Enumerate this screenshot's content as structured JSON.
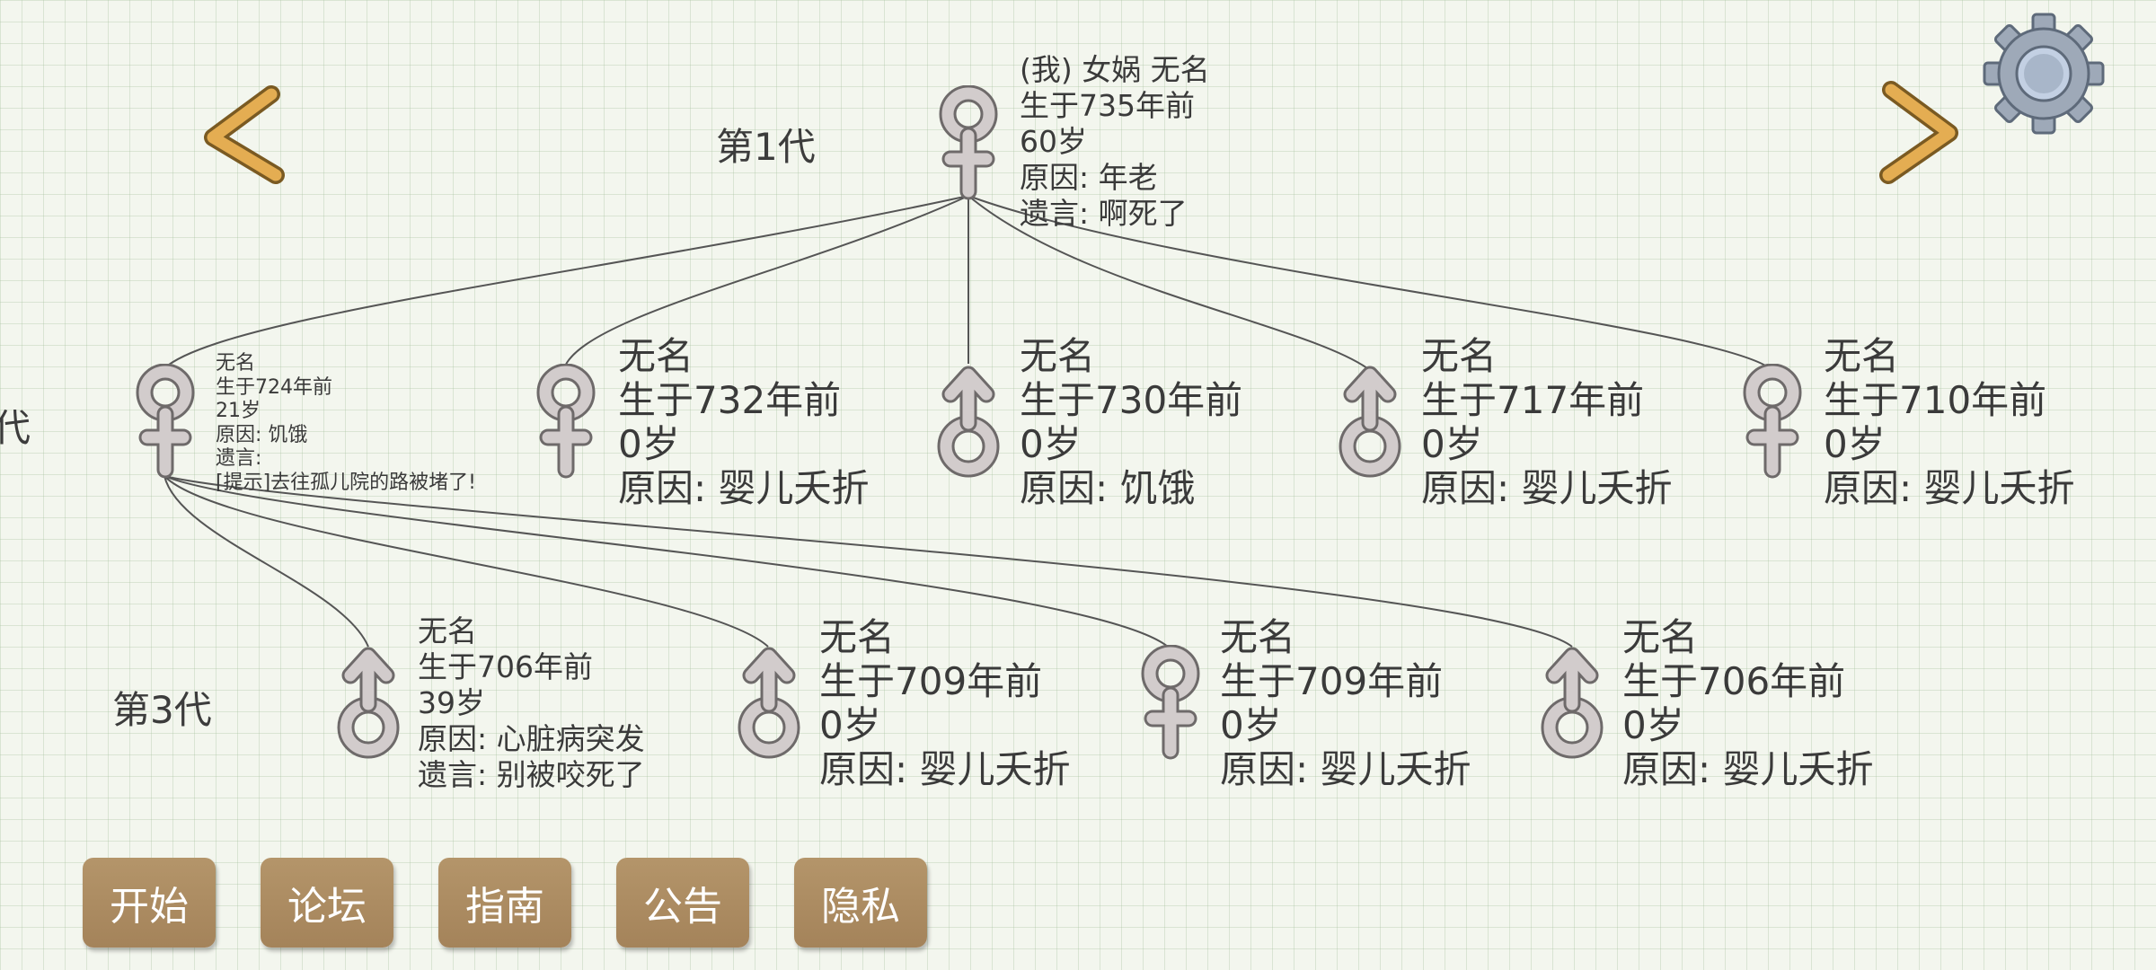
{
  "generation_labels": {
    "gen1": "第1代",
    "gen2_partial": "代",
    "gen3": "第3代"
  },
  "root": {
    "lines": [
      "(我) 女娲 无名",
      "生于735年前",
      "60岁",
      "原因:  年老",
      "遗言:  啊死了"
    ],
    "gender": "female"
  },
  "gen2": [
    {
      "gender": "female",
      "lines": [
        "无名",
        "生于724年前",
        "21岁",
        "原因:  饥饿",
        "遗言:",
        "[提示]去往孤儿院的路被堵了!"
      ]
    },
    {
      "gender": "female",
      "lines": [
        "无名",
        "生于732年前",
        "0岁",
        "原因:  婴儿夭折"
      ]
    },
    {
      "gender": "male",
      "lines": [
        "无名",
        "生于730年前",
        "0岁",
        "原因:  饥饿"
      ]
    },
    {
      "gender": "male",
      "lines": [
        "无名",
        "生于717年前",
        "0岁",
        "原因:  婴儿夭折"
      ]
    },
    {
      "gender": "female",
      "lines": [
        "无名",
        "生于710年前",
        "0岁",
        "原因:  婴儿夭折"
      ]
    }
  ],
  "gen3": [
    {
      "gender": "male",
      "lines": [
        "无名",
        "生于706年前",
        "39岁",
        "原因:  心脏病突发",
        "遗言:  别被咬死了"
      ]
    },
    {
      "gender": "male",
      "lines": [
        "无名",
        "生于709年前",
        "0岁",
        "原因:  婴儿夭折"
      ]
    },
    {
      "gender": "female",
      "lines": [
        "无名",
        "生于709年前",
        "0岁",
        "原因:  婴儿夭折"
      ]
    },
    {
      "gender": "male",
      "lines": [
        "无名",
        "生于706年前",
        "0岁",
        "原因:  婴儿夭折"
      ]
    }
  ],
  "nav": {
    "prev_icon": "chevron-left-icon",
    "next_icon": "chevron-right-icon",
    "settings_icon": "gear-icon"
  },
  "menu": {
    "start": "开始",
    "forum": "论坛",
    "guide": "指南",
    "notice": "公告",
    "privacy": "隐私"
  },
  "colors": {
    "button": "#a98a60",
    "arrow": "#d9a24a",
    "symbol": "#c9c3c3"
  }
}
